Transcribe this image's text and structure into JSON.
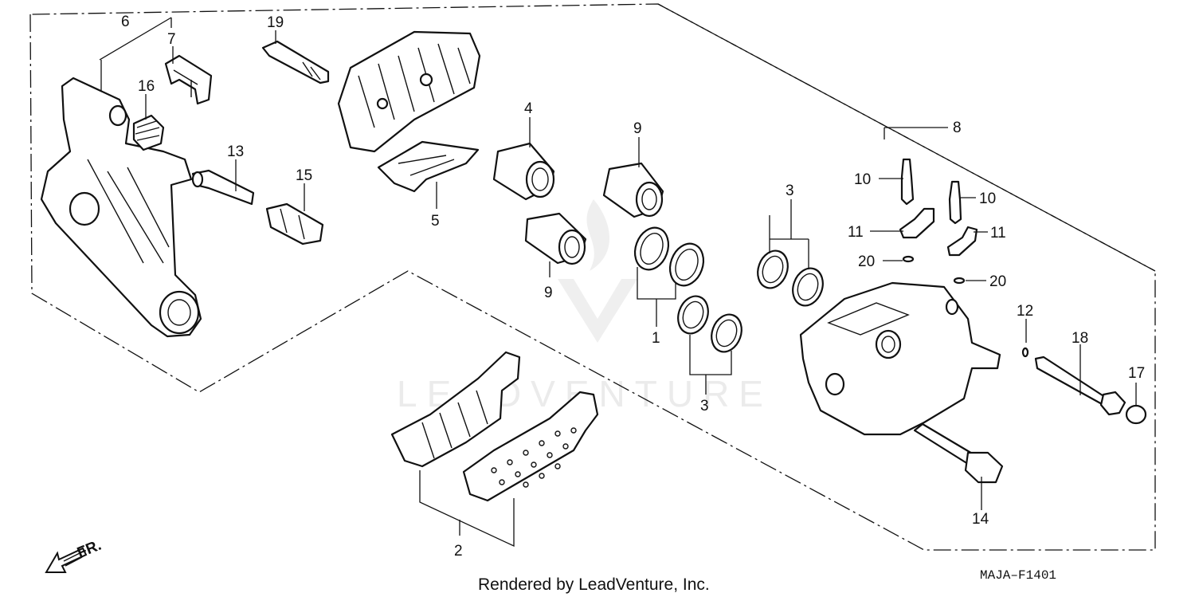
{
  "labels": {
    "p1": "1",
    "p2": "2",
    "p3a": "3",
    "p3b": "3",
    "p4": "4",
    "p5": "5",
    "p6": "6",
    "p7": "7",
    "p8": "8",
    "p9a": "9",
    "p9b": "9",
    "p10a": "10",
    "p10b": "10",
    "p11a": "11",
    "p11b": "11",
    "p12": "12",
    "p13": "13",
    "p14": "14",
    "p15": "15",
    "p16": "16",
    "p17": "17",
    "p18": "18",
    "p19": "19",
    "p20a": "20",
    "p20b": "20"
  },
  "front_marker": "FR.",
  "footer": "Rendered by LeadVenture, Inc.",
  "diagram_code": "MAJA–F1401",
  "watermark": "LEADVENTURE"
}
